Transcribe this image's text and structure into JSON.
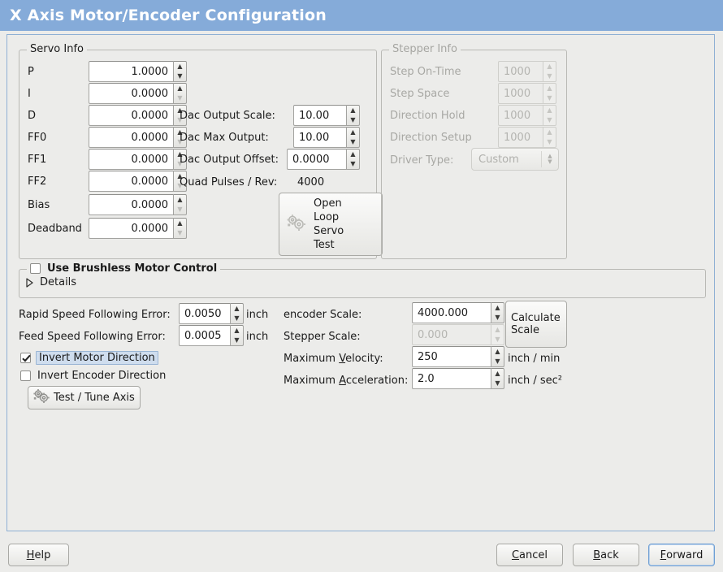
{
  "window": {
    "title": "X Axis Motor/Encoder Configuration",
    "title_bar_color": "#85abd9",
    "background_color": "#ececea"
  },
  "servo_info": {
    "legend": "Servo Info",
    "rows": [
      {
        "label": "P",
        "value": "1.0000",
        "at_min": false
      },
      {
        "label": "I",
        "value": "0.0000",
        "at_min": true
      },
      {
        "label": "D",
        "value": "0.0000",
        "at_min": true
      },
      {
        "label": "FF0",
        "value": "0.0000",
        "at_min": true
      },
      {
        "label": "FF1",
        "value": "0.0000",
        "at_min": true
      },
      {
        "label": "FF2",
        "value": "0.0000",
        "at_min": true
      },
      {
        "label": "Bias",
        "value": "0.0000",
        "at_min": true
      },
      {
        "label": "Deadband",
        "value": "0.0000",
        "at_min": true
      }
    ],
    "dac_output_scale": {
      "label": "Dac Output Scale:",
      "value": "10.00"
    },
    "dac_max_output": {
      "label": "Dac Max Output:",
      "value": "10.00"
    },
    "dac_output_offset": {
      "label": "Dac Output Offset:",
      "value": "0.0000"
    },
    "quad_pulses": {
      "label": "Quad Pulses / Rev:",
      "value": "4000"
    },
    "open_loop_button": {
      "line1": "Open",
      "line2": "Loop",
      "line3": "Servo",
      "line4": "Test",
      "icon": "gears-icon"
    }
  },
  "stepper_info": {
    "legend": "Stepper Info",
    "disabled": true,
    "rows": [
      {
        "label": "Step On-Time",
        "value": "1000"
      },
      {
        "label": "Step Space",
        "value": "1000"
      },
      {
        "label": "Direction Hold",
        "value": "1000"
      },
      {
        "label": "Direction Setup",
        "value": "1000"
      }
    ],
    "driver_type": {
      "label": "Driver Type:",
      "value": "Custom"
    }
  },
  "brushless": {
    "checkbox_label": "Use Brushless Motor Control",
    "checked": false,
    "details_label": "Details",
    "details_expanded": false
  },
  "following_errors": {
    "rapid": {
      "label": "Rapid Speed Following Error:",
      "value": "0.0050",
      "unit": "inch"
    },
    "feed": {
      "label": "Feed Speed Following Error:",
      "value": "0.0005",
      "unit": "inch"
    }
  },
  "direction": {
    "invert_motor": {
      "label": "Invert Motor Direction",
      "checked": true,
      "focused": true
    },
    "invert_encoder": {
      "label": "Invert Encoder Direction",
      "checked": false,
      "focused": false
    },
    "test_tune_button": {
      "label": "Test / Tune Axis",
      "icon": "gears-icon"
    }
  },
  "scales": {
    "encoder_scale": {
      "label": "encoder Scale:",
      "value": "4000.000",
      "disabled": false
    },
    "stepper_scale": {
      "label": "Stepper Scale:",
      "value": "0.000",
      "disabled": true
    },
    "calculate_button": {
      "line1": "Calculate",
      "line2": "Scale"
    },
    "max_velocity": {
      "label_pre": "Maximum ",
      "label_key": "V",
      "label_post": "elocity:",
      "value": "250",
      "unit": "inch / min"
    },
    "max_acceleration": {
      "label_pre": "Maximum ",
      "label_key": "A",
      "label_post": "cceleration:",
      "value": "2.0",
      "unit": "inch / sec²"
    }
  },
  "actions": {
    "help": {
      "pre": "",
      "key": "H",
      "post": "elp"
    },
    "cancel": {
      "pre": "",
      "key": "C",
      "post": "ancel"
    },
    "back": {
      "pre": "",
      "key": "B",
      "post": "ack"
    },
    "forward": {
      "pre": "",
      "key": "F",
      "post": "orward",
      "focused": true
    }
  }
}
